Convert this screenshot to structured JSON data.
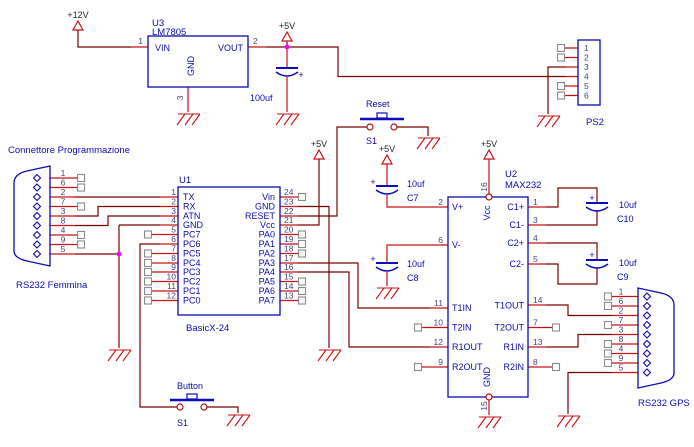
{
  "colors": {
    "wire": "#7a0101",
    "pin_lead": "#cc1111",
    "component_outline": "#0b0bb0",
    "label_text": "#0b0bb0",
    "pin_number_text": "#44447a",
    "power_text": "#222222",
    "junction_dot": "#ff00ff",
    "unconnected_terminal": "#8a8a8a",
    "background": "#ffffff"
  },
  "power_labels": {
    "v12": "+12V",
    "v5": "+5V"
  },
  "regulator": {
    "ref": "U3",
    "part": "LM7805",
    "pin1_num": "1",
    "pin1_name": "VIN",
    "pin2_num": "2",
    "pin2_name": "VOUT",
    "pin3_num": "3",
    "pin3_name": "GND",
    "input_cap_value": "100uf"
  },
  "ps2_connector": {
    "label": "PS2",
    "pin_numbers": [
      "1",
      "2",
      "3",
      "4",
      "5",
      "6"
    ]
  },
  "programming_connector": {
    "title": "Connettore Programmazione",
    "label": "RS232 Femmina",
    "pin_numbers": [
      "1",
      "6",
      "2",
      "7",
      "3",
      "8",
      "4",
      "9",
      "5"
    ]
  },
  "u1": {
    "ref": "U1",
    "part": "BasicX-24",
    "left_pins": [
      {
        "num": "1",
        "name": "TX"
      },
      {
        "num": "2",
        "name": "RX"
      },
      {
        "num": "3",
        "name": "ATN"
      },
      {
        "num": "4",
        "name": "GND"
      },
      {
        "num": "5",
        "name": "PC7"
      },
      {
        "num": "6",
        "name": "PC6"
      },
      {
        "num": "7",
        "name": "PC5"
      },
      {
        "num": "8",
        "name": "PC4"
      },
      {
        "num": "9",
        "name": "PC3"
      },
      {
        "num": "10",
        "name": "PC2"
      },
      {
        "num": "11",
        "name": "PC1"
      },
      {
        "num": "12",
        "name": "PC0"
      }
    ],
    "right_pins": [
      {
        "num": "24",
        "name": "Vin"
      },
      {
        "num": "23",
        "name": "GND"
      },
      {
        "num": "22",
        "name": "RESET"
      },
      {
        "num": "21",
        "name": "Vcc"
      },
      {
        "num": "20",
        "name": "PA0"
      },
      {
        "num": "19",
        "name": "PA1"
      },
      {
        "num": "18",
        "name": "PA2"
      },
      {
        "num": "17",
        "name": "PA3"
      },
      {
        "num": "16",
        "name": "PA4"
      },
      {
        "num": "15",
        "name": "PA5"
      },
      {
        "num": "14",
        "name": "PA6"
      },
      {
        "num": "13",
        "name": "PA7"
      }
    ]
  },
  "reset_switch": {
    "label": "Reset",
    "ref": "S1"
  },
  "push_switch": {
    "label": "Button",
    "ref": "S1"
  },
  "u2": {
    "ref": "U2",
    "part": "MAX232",
    "top_pin": {
      "num": "16",
      "name": "Vcc"
    },
    "bottom_pin": {
      "num": "15",
      "name": "GND"
    },
    "left_pins": [
      {
        "num": "2",
        "name": "V+"
      },
      {
        "num": "6",
        "name": "V-"
      },
      {
        "num": "11",
        "name": "T1IN"
      },
      {
        "num": "10",
        "name": "T2IN"
      },
      {
        "num": "12",
        "name": "R1OUT"
      },
      {
        "num": "9",
        "name": "R2OUT"
      }
    ],
    "right_pins": [
      {
        "num": "1",
        "name": "C1+"
      },
      {
        "num": "3",
        "name": "C1-"
      },
      {
        "num": "4",
        "name": "C2+"
      },
      {
        "num": "5",
        "name": "C2-"
      },
      {
        "num": "14",
        "name": "T1OUT"
      },
      {
        "num": "7",
        "name": "T2OUT"
      },
      {
        "num": "13",
        "name": "R1IN"
      },
      {
        "num": "8",
        "name": "R2IN"
      }
    ]
  },
  "capacitors": {
    "plus": "+",
    "c7": {
      "ref": "C7",
      "value": "10uf"
    },
    "c8": {
      "ref": "C8",
      "value": "10uf"
    },
    "c9": {
      "ref": "C9",
      "value": "10uf"
    },
    "c10": {
      "ref": "C10",
      "value": "10uf"
    }
  },
  "gps_connector": {
    "label": "RS232 GPS",
    "pin_numbers": [
      "1",
      "6",
      "2",
      "7",
      "3",
      "8",
      "4",
      "9",
      "5"
    ]
  }
}
